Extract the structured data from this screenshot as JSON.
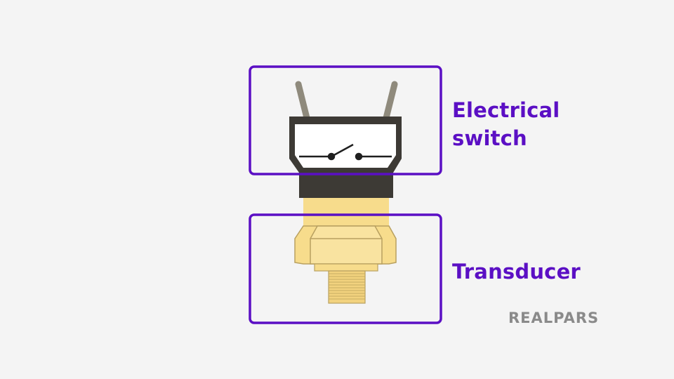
{
  "labels": {
    "electrical_switch_line1": "Electrical",
    "electrical_switch_line2": "switch",
    "transducer": "Transducer"
  },
  "logo": {
    "text": "REALPARS"
  },
  "colors": {
    "highlight_box": "#5b0fc4",
    "label_text": "#5b0fc4",
    "switch_housing": "#3d3a35",
    "switch_window": "#ffffff",
    "sensor_body": "#f7dc8c",
    "sensor_outline": "#b8a060",
    "terminal_pins": "#8f8a7c",
    "background": "#f4f4f4",
    "logo": "#8a8a8a"
  }
}
